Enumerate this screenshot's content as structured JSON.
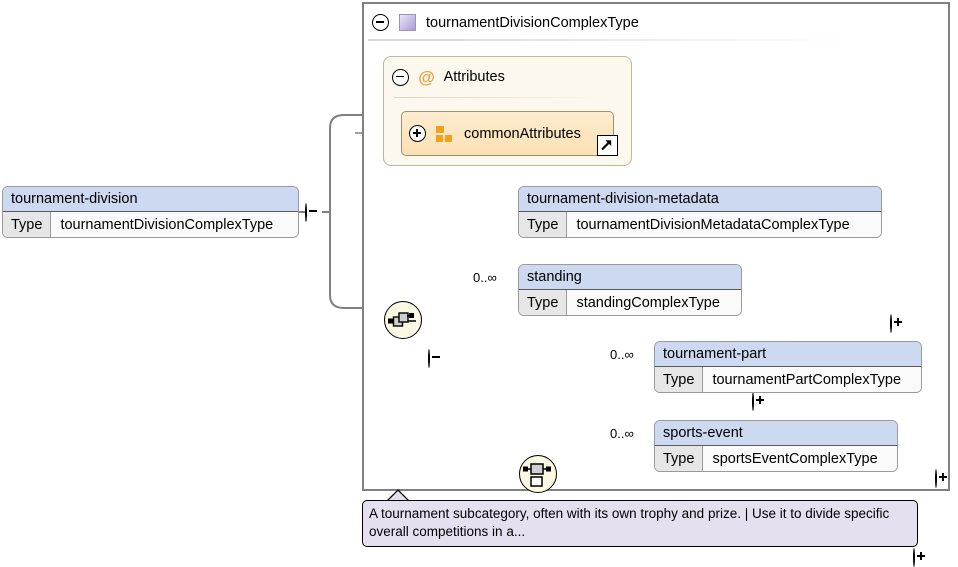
{
  "diagram": {
    "complex_type": {
      "title": "tournamentDivisionComplexType",
      "icon": "complex-type-icon",
      "toggle": "collapse-minus-icon"
    },
    "attributes_panel": {
      "label": "Attributes",
      "icon": "at-sign-icon",
      "toggle": "collapse-minus-icon",
      "items": [
        {
          "label": "commonAttributes",
          "icon": "attribute-group-icon",
          "badge": "external-reference-arrow-icon",
          "toggle": "expand-plus-icon"
        }
      ]
    },
    "root_element": {
      "name": "tournament-division",
      "type_key": "Type",
      "type_value": "tournamentDivisionComplexType",
      "toggle": "collapse-minus-icon"
    },
    "compositors": [
      {
        "kind": "sequence",
        "icon": "sequence-icon",
        "toggle": "collapse-minus-icon"
      },
      {
        "kind": "choice",
        "icon": "choice-icon",
        "toggle": "collapse-minus-icon"
      }
    ],
    "children": [
      {
        "name": "tournament-division-metadata",
        "type_key": "Type",
        "type_value": "tournamentDivisionMetadataComplexType",
        "cardinality": "",
        "toggle": "expand-plus-icon"
      },
      {
        "name": "standing",
        "type_key": "Type",
        "type_value": "standingComplexType",
        "cardinality": "0..∞",
        "toggle": "expand-plus-icon"
      },
      {
        "name": "tournament-part",
        "type_key": "Type",
        "type_value": "tournamentPartComplexType",
        "cardinality": "0..∞",
        "toggle": "expand-plus-icon"
      },
      {
        "name": "sports-event",
        "type_key": "Type",
        "type_value": "sportsEventComplexType",
        "cardinality": "0..∞",
        "toggle": "expand-plus-icon"
      }
    ],
    "documentation": "A tournament subcategory, often with its own trophy and prize. | Use it to divide specific overall competitions in a...",
    "colors": {
      "element_header": "#ccd9f0",
      "type_cell": "#e6e6e6",
      "attributes_panel": "#fdf8ee",
      "attribute_row": "#fbe0b4",
      "attribute_icon": "#f0a11e",
      "compositor": "#fbf8e3",
      "tooltip": "#e5e0ef",
      "complex_type_icon": "#a99ad3",
      "connector": "#808080"
    }
  }
}
